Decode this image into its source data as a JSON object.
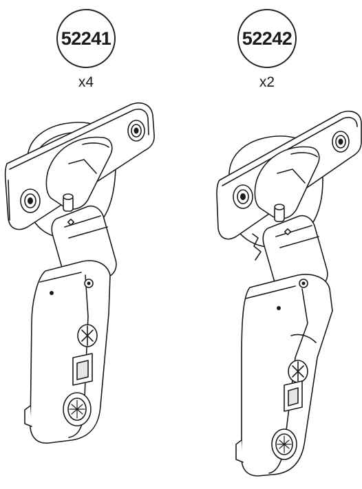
{
  "parts": [
    {
      "part_number": "52241",
      "quantity": "x4"
    },
    {
      "part_number": "52242",
      "quantity": "x2"
    }
  ],
  "colors": {
    "line": "#1a1a1a",
    "fill": "#ffffff",
    "shade": "#e6e6e6"
  }
}
